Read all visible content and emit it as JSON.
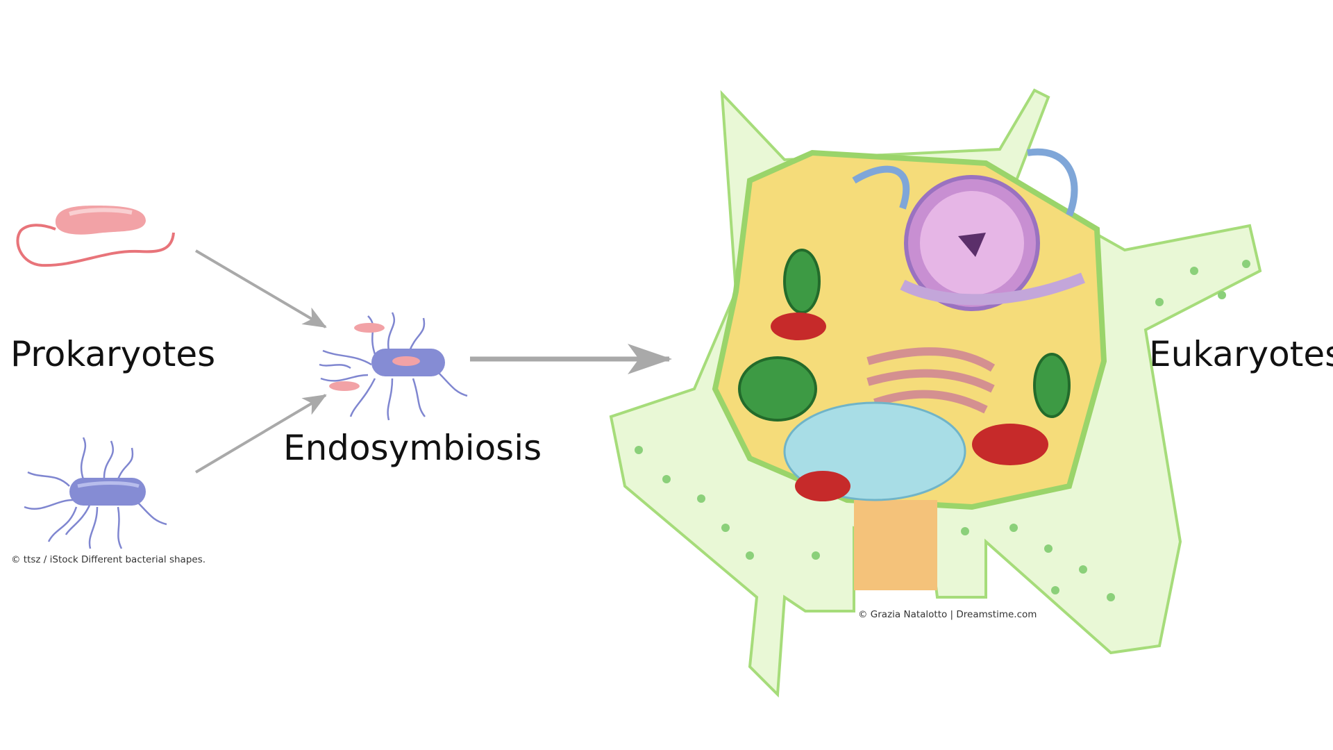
{
  "labels": {
    "prokaryotes": "Prokaryotes",
    "endosymbiosis": "Endosymbiosis",
    "eukaryotes": "Eukaryotes"
  },
  "credits": {
    "bacteria": "© ttsz / iStock Different bacterial shapes.",
    "cell": "© Grazia Natalotto | Dreamstime.com"
  },
  "colors": {
    "arrow": "#a9a9a9",
    "pink_bacterium": "#f0a0a4",
    "blue_bacterium": "#7f86d0",
    "cell_wall": "#dff5c4"
  }
}
